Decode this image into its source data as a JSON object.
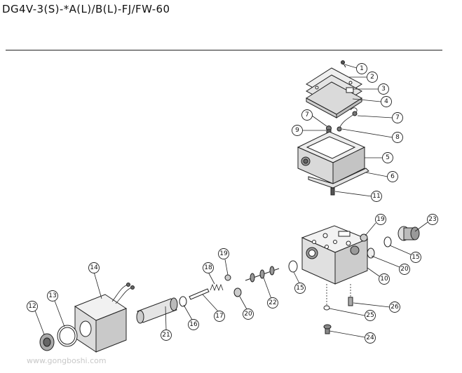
{
  "title": "DG4V-3(S)-*A(L)/B(L)-FJ/FW-60",
  "watermark_text": "www.gongboshi.com",
  "callouts": [
    {
      "n": "1"
    },
    {
      "n": "2"
    },
    {
      "n": "3"
    },
    {
      "n": "4"
    },
    {
      "n": "7"
    },
    {
      "n": "7"
    },
    {
      "n": "9"
    },
    {
      "n": "8"
    },
    {
      "n": "5"
    },
    {
      "n": "6"
    },
    {
      "n": "11"
    },
    {
      "n": "19"
    },
    {
      "n": "23"
    },
    {
      "n": "15"
    },
    {
      "n": "20"
    },
    {
      "n": "10"
    },
    {
      "n": "14"
    },
    {
      "n": "18"
    },
    {
      "n": "19"
    },
    {
      "n": "15"
    },
    {
      "n": "13"
    },
    {
      "n": "12"
    },
    {
      "n": "22"
    },
    {
      "n": "16"
    },
    {
      "n": "17"
    },
    {
      "n": "20"
    },
    {
      "n": "21"
    },
    {
      "n": "26"
    },
    {
      "n": "25"
    },
    {
      "n": "24"
    }
  ]
}
